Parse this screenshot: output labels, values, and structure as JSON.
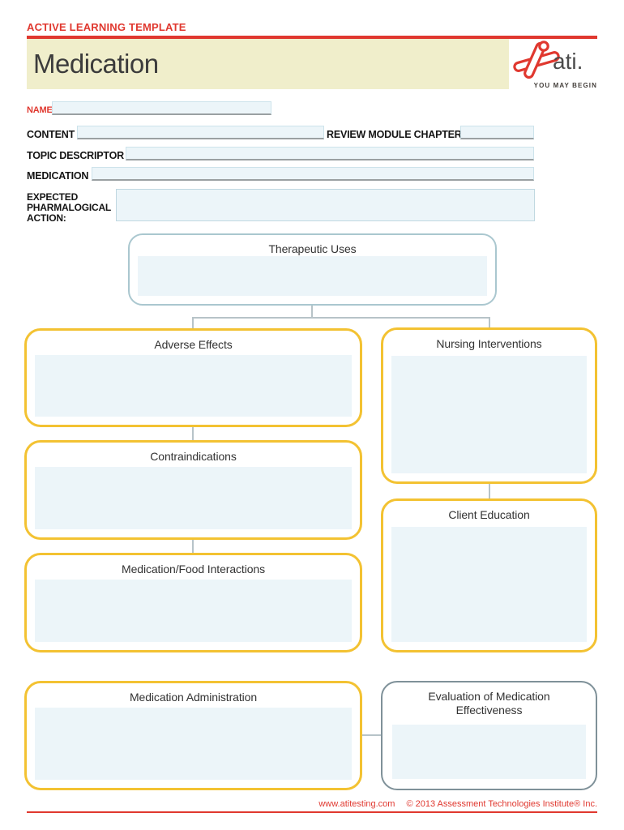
{
  "header": {
    "eyebrow": "ACTIVE LEARNING TEMPLATE",
    "title": "Medication",
    "logo_brand": "ati.",
    "logo_tagline": "YOU MAY BEGIN"
  },
  "form": {
    "name": {
      "label": "NAME",
      "value": ""
    },
    "content": {
      "label": "CONTENT",
      "value": ""
    },
    "review_module_chapter": {
      "label": "REVIEW MODULE CHAPTER",
      "value": ""
    },
    "topic_descriptor": {
      "label": "TOPIC DESCRIPTOR",
      "value": ""
    },
    "medication": {
      "label": "MEDICATION",
      "value": ""
    },
    "expected_pharmalogical_action": {
      "label": "EXPECTED PHARMALOGICAL ACTION:",
      "value": ""
    }
  },
  "diagram": {
    "therapeutic_uses": {
      "title": "Therapeutic Uses",
      "value": ""
    },
    "adverse_effects": {
      "title": "Adverse Effects",
      "value": ""
    },
    "nursing_interventions": {
      "title": "Nursing Interventions",
      "value": ""
    },
    "contraindications": {
      "title": "Contraindications",
      "value": ""
    },
    "client_education": {
      "title": "Client Education",
      "value": ""
    },
    "medication_food_interactions": {
      "title": "Medication/Food Interactions",
      "value": ""
    },
    "medication_administration": {
      "title": "Medication Administration",
      "value": ""
    },
    "evaluation_of_medication_effectiveness": {
      "title": "Evaluation of Medication Effectiveness",
      "value": ""
    }
  },
  "footer": {
    "website": "www.atitesting.com",
    "copyright": "© 2013 Assessment Technologies Institute® Inc."
  },
  "colors": {
    "brand_red": "#e0382f",
    "banner_cream": "#f0eecb",
    "box_yellow": "#f3c232",
    "box_teal": "#aac7cf",
    "box_slate": "#7f9199",
    "field_fill": "#ecf5f9"
  }
}
